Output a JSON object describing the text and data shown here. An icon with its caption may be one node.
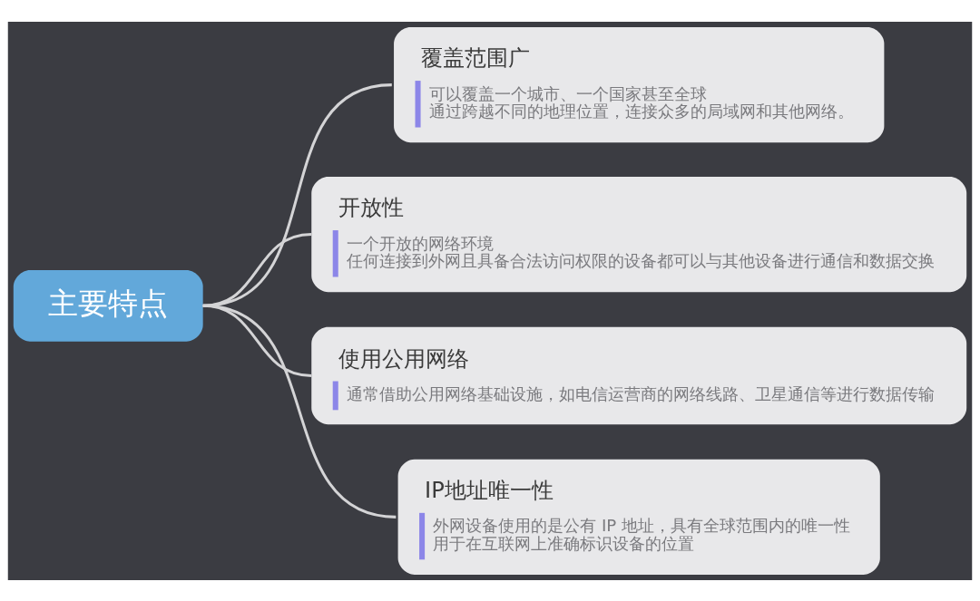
{
  "diagram": {
    "nodes": [
      {
        "text": [
          "主要特点"
        ]
      },
      {
        "text": [
          "覆盖范围广",
          "可以覆盖一个城市、一个国家甚至全球",
          "通过跨越不同的地理位置，连接众多的局域网和其他网络。"
        ]
      },
      {
        "text": [
          "开放性",
          "一个开放的网络环境",
          "任何连接到外网且具备合法访问权限的设备都可以与其他设备进行通信和数据交换"
        ]
      },
      {
        "text": [
          "使用公用网络",
          "通常借助公用网络基础设施，如电信运营商的网络线路、卫星通信等进行数据传输"
        ]
      },
      {
        "text": [
          "IP地址唯一性",
          "外网设备使用的是公有 IP 地址，具有全球范围内的唯一性",
          "用于在互联网上准确标识设备的位置"
        ]
      }
    ],
    "edges": [
      {
        "from": 0,
        "to": 1,
        "arrow": "none"
      },
      {
        "from": 0,
        "to": 2,
        "arrow": "none"
      },
      {
        "from": 0,
        "to": 3,
        "arrow": "none"
      },
      {
        "from": 0,
        "to": 4,
        "arrow": "none"
      }
    ]
  }
}
